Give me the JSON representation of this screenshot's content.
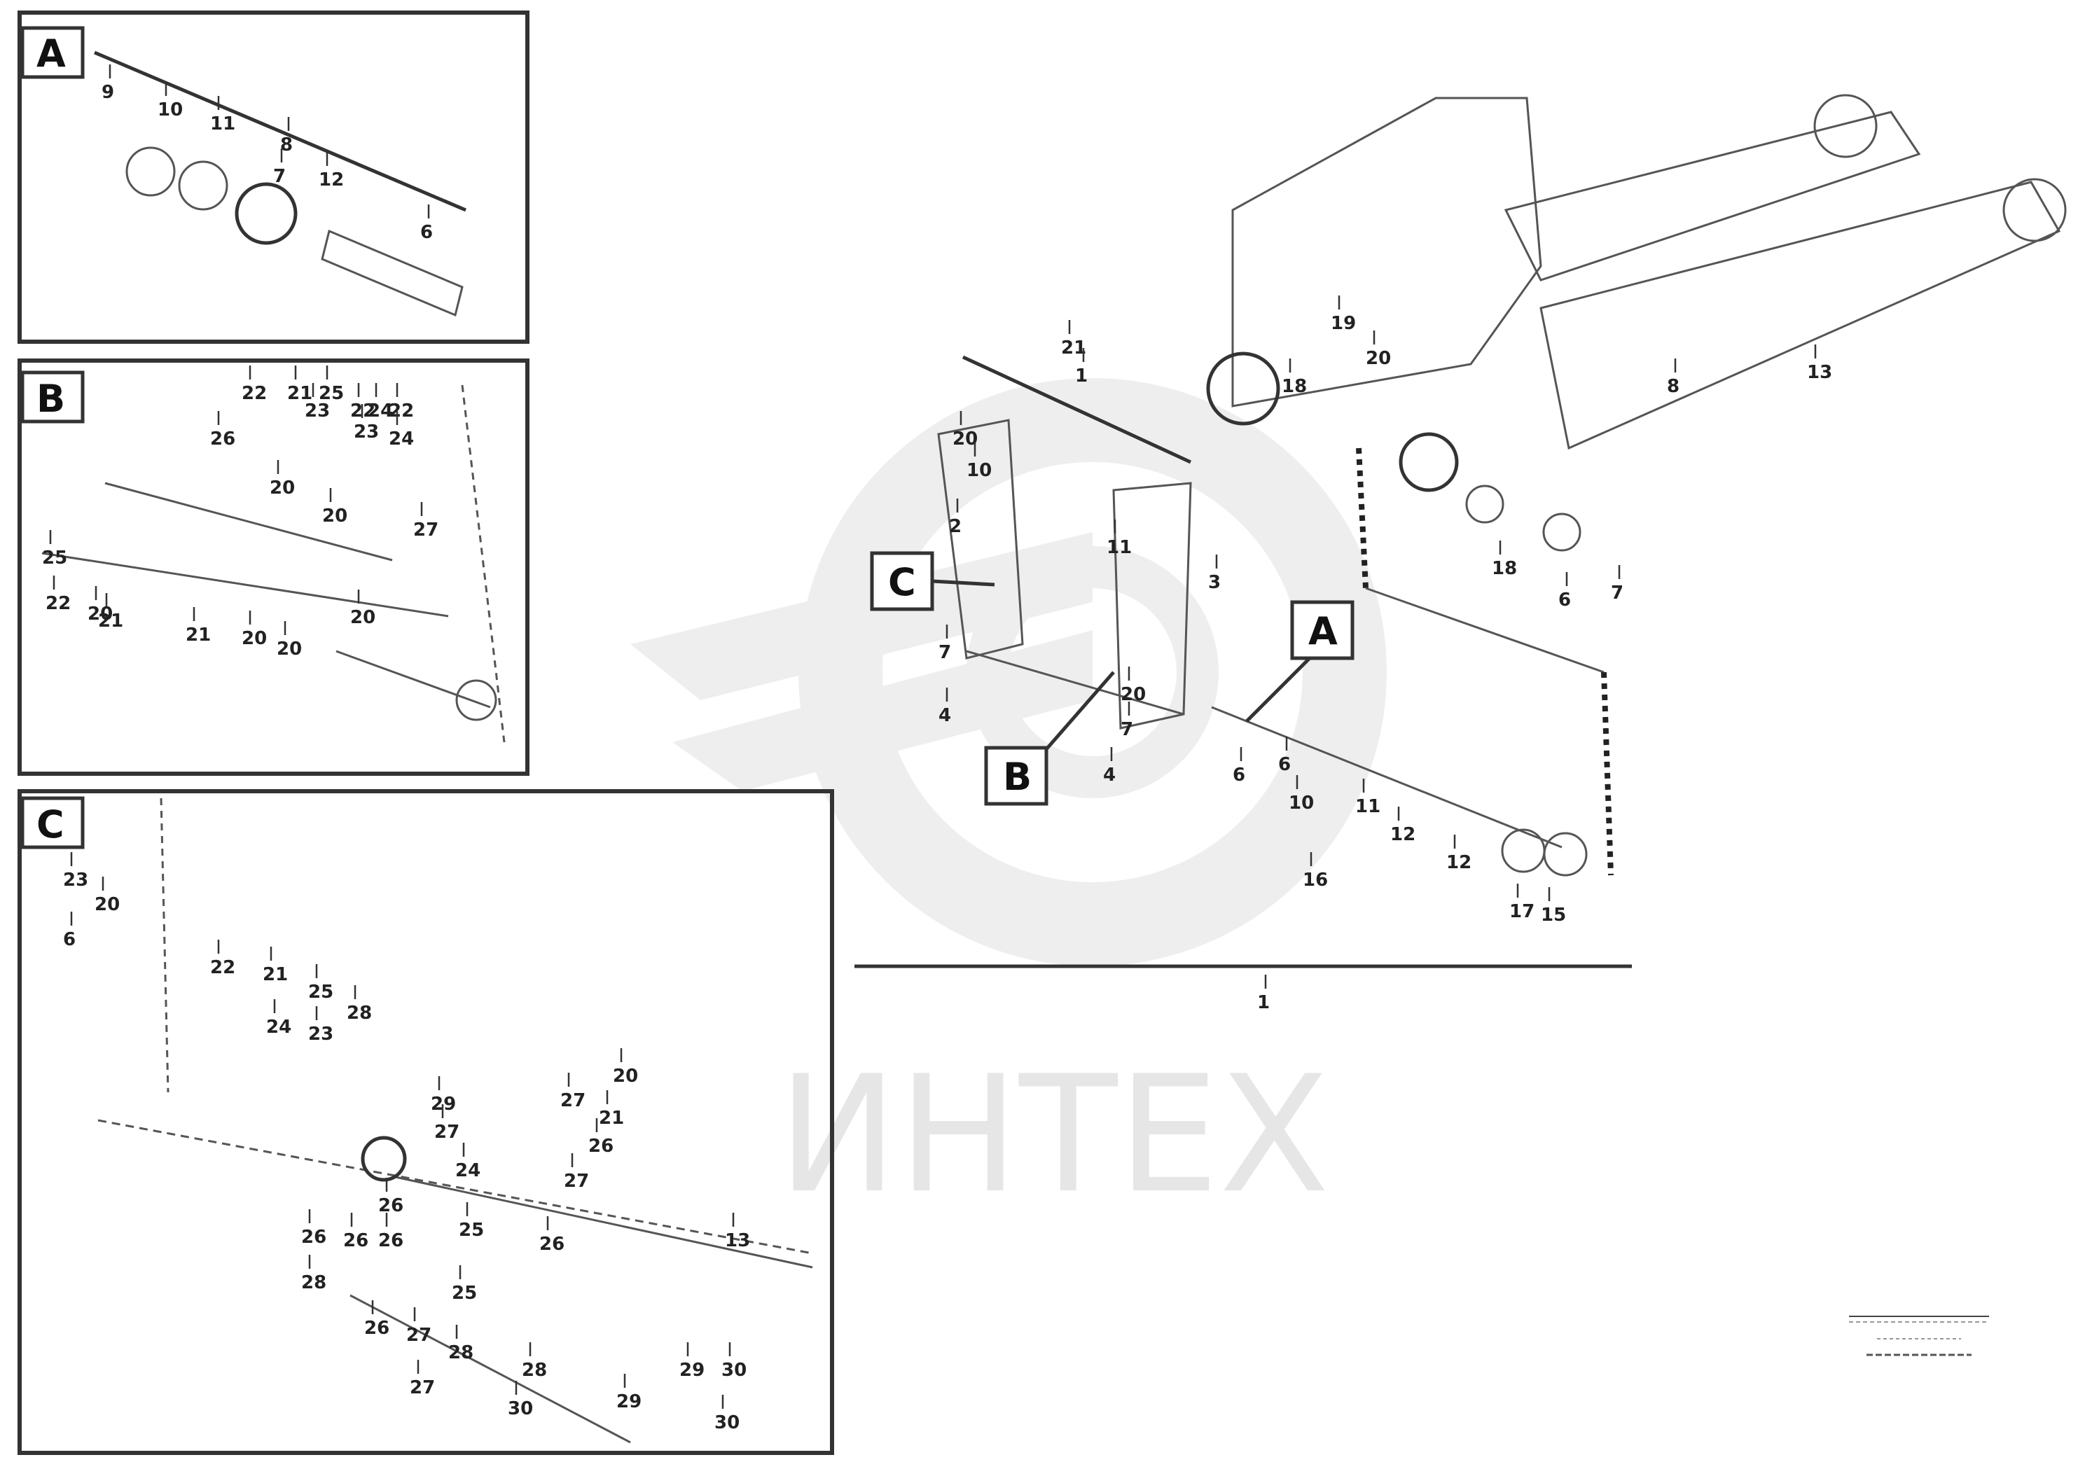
{
  "watermark": {
    "text": "ИНТЕХ"
  },
  "views": [
    {
      "id": "A",
      "label": "A"
    },
    {
      "id": "B",
      "label": "B"
    },
    {
      "id": "C",
      "label": "C"
    }
  ],
  "callouts": {
    "A": "A",
    "B": "B",
    "C": "C"
  },
  "main_labels": [
    "21",
    "1",
    "20",
    "2",
    "11",
    "3",
    "7",
    "4",
    "4",
    "6",
    "10",
    "20",
    "6",
    "7",
    "18",
    "6",
    "7",
    "18",
    "19",
    "20",
    "8",
    "13",
    "10",
    "11",
    "12",
    "16",
    "12",
    "17",
    "15",
    "1"
  ],
  "view_a_labels": [
    "9",
    "10",
    "11",
    "8",
    "7",
    "12",
    "6"
  ],
  "view_b_labels": [
    "22",
    "21",
    "25",
    "23",
    "22",
    "24",
    "22",
    "26",
    "23",
    "24",
    "20",
    "20",
    "27",
    "25",
    "20",
    "21",
    "20",
    "20",
    "22",
    "21",
    "20"
  ],
  "view_c_labels": [
    "23",
    "20",
    "6",
    "22",
    "21",
    "25",
    "28",
    "24",
    "23",
    "29",
    "27",
    "20",
    "21",
    "27",
    "26",
    "27",
    "26",
    "25",
    "26",
    "24",
    "13",
    "26",
    "26",
    "26",
    "28",
    "25",
    "26",
    "27",
    "28",
    "27",
    "28",
    "29",
    "30",
    "30",
    "29",
    "30"
  ],
  "drawing_id": {
    "line1": "",
    "line2": "",
    "line3": ""
  }
}
